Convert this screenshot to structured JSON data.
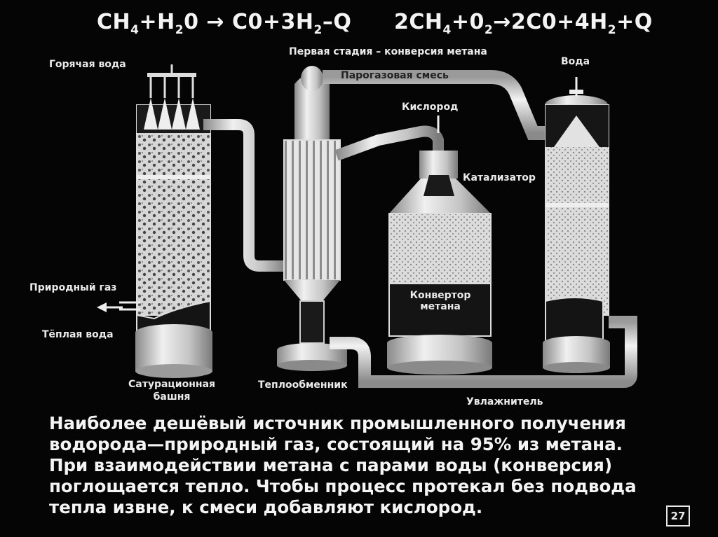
{
  "equations": {
    "eq1": {
      "parts": [
        "CH",
        "4",
        "+H",
        "2",
        "0 ",
        "→",
        " C0+3H",
        "2",
        "–Q"
      ]
    },
    "eq2": {
      "parts": [
        "2CH",
        "4",
        "+0",
        "2",
        "→",
        "2C0+4H",
        "2",
        "+Q"
      ]
    }
  },
  "labels": {
    "hot_water": "Горячая вода",
    "first_stage": "Первая стадия – конверсия метана",
    "water": "Вода",
    "steam_gas_mix": "Парогазовая смесь",
    "oxygen": "Кислород",
    "catalyst": "Катализатор",
    "natural_gas": "Природный газ",
    "warm_water": "Тёплая вода",
    "converter_line1": "Конвертор",
    "converter_line2": "метана",
    "saturation_line1": "Сатурационная",
    "saturation_line2": "башня",
    "heat_exchanger": "Теплообменник",
    "humidifier": "Увлажнитель"
  },
  "caption": [
    "Наиболее дешёвый источник промышленного получения",
    "водорода—природный газ, состоящий на 95% из метана.",
    "При взаимодействии метана с парами воды (конверсия)",
    "поглощается тепло. Чтобы процесс протекал без подвода",
    "тепла извне, к смеси добавляют кислород."
  ],
  "page_number": "27",
  "colors": {
    "background": "#050505",
    "metal": "#c8c8c8",
    "text": "#f2f2f2"
  }
}
